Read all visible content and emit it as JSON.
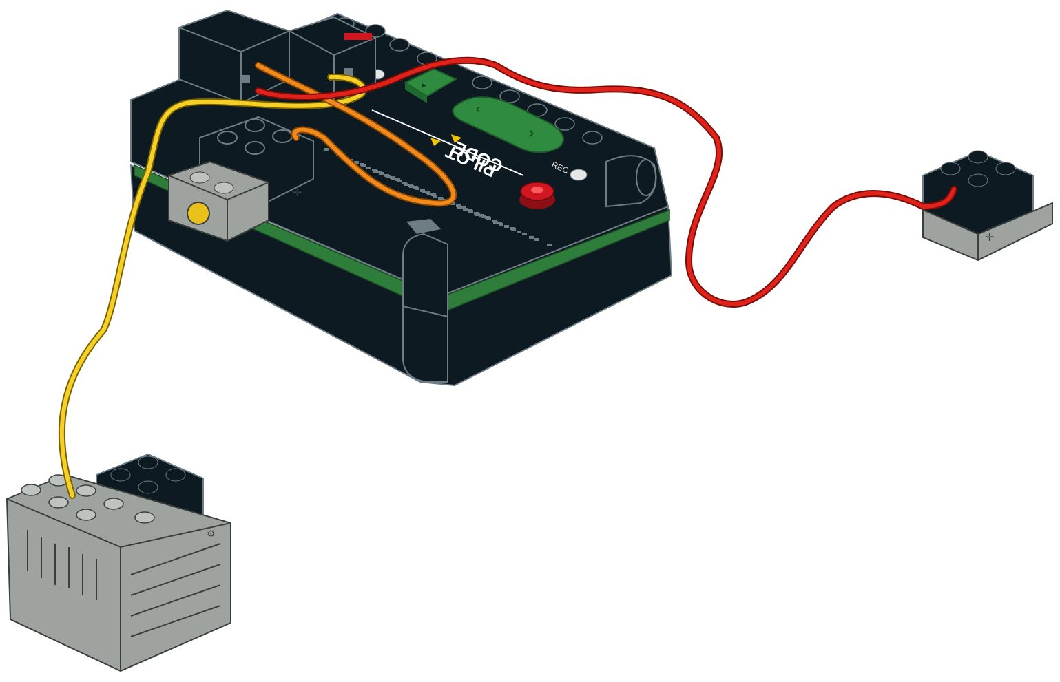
{
  "hub": {
    "brand_word1": "CODE",
    "brand_word2": "PILOT",
    "rec_label": "REC",
    "colors": {
      "body": "#0d1a22",
      "edge": "#6e7c84",
      "pcb": "#2e7d3a",
      "green_button": "#2e8b3f",
      "red_button": "#d0161e"
    }
  },
  "wires": {
    "yellow": "#f6d026",
    "orange": "#f08a1c",
    "red": "#e0231a"
  },
  "peripherals": {
    "motor": {
      "color": "#9ea39f",
      "icon": "motor-icon"
    },
    "touch_sensor": {
      "color": "#9ea39f",
      "icon": "touch-sensor-icon"
    },
    "light_sensor": {
      "color": "#9ea39f",
      "icon": "light-sensor-icon"
    }
  }
}
